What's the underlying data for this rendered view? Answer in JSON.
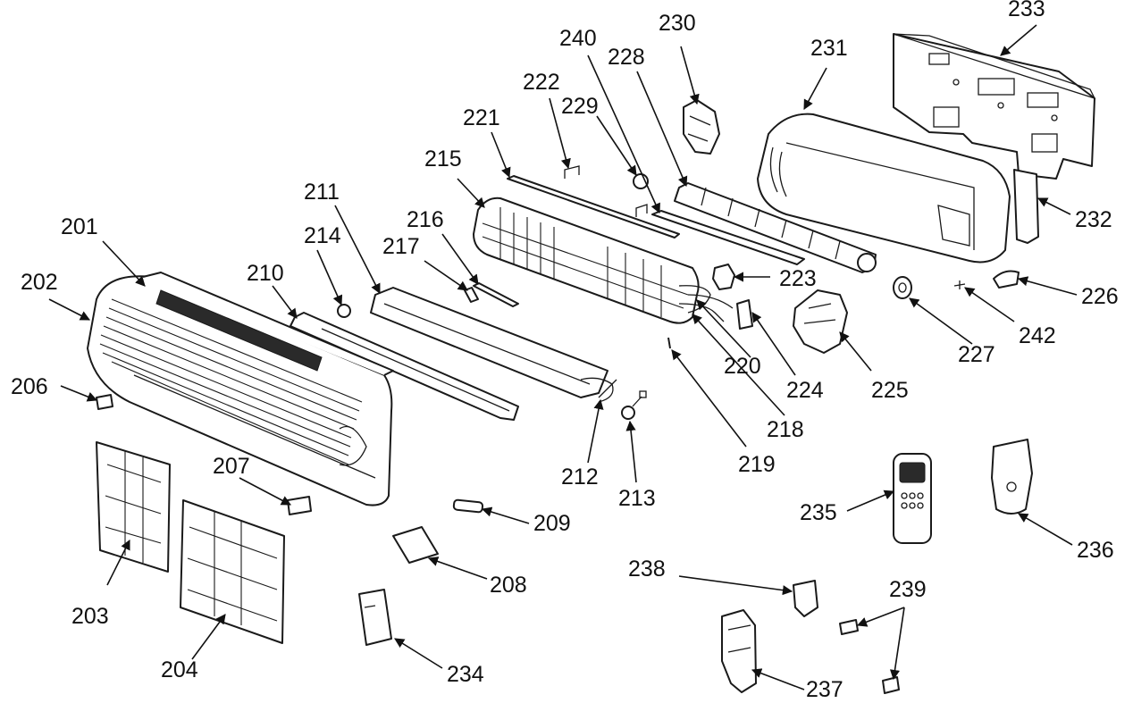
{
  "callouts": {
    "c201": "201",
    "c202": "202",
    "c203": "203",
    "c204": "204",
    "c206": "206",
    "c207": "207",
    "c208": "208",
    "c209": "209",
    "c210": "210",
    "c211": "211",
    "c212": "212",
    "c213": "213",
    "c214": "214",
    "c215": "215",
    "c216": "216",
    "c217": "217",
    "c218": "218",
    "c219": "219",
    "c220": "220",
    "c221": "221",
    "c222": "222",
    "c223": "223",
    "c224": "224",
    "c225": "225",
    "c226": "226",
    "c227": "227",
    "c228": "228",
    "c229": "229",
    "c230": "230",
    "c231": "231",
    "c232": "232",
    "c233": "233",
    "c234": "234",
    "c235": "235",
    "c236": "236",
    "c237": "237",
    "c238": "238",
    "c239": "239",
    "c240": "240",
    "c242": "242"
  },
  "colors": {
    "line": "#1a1a1a",
    "background": "#ffffff"
  }
}
